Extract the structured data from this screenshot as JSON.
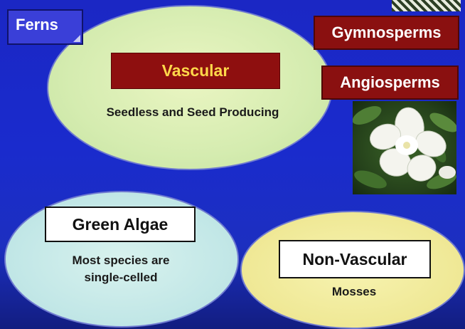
{
  "labels": {
    "ferns": "Ferns",
    "vascular": "Vascular",
    "vascular_desc": "Seedless and Seed Producing",
    "gymnosperms": "Gymnosperms",
    "angiosperms": "Angiosperms",
    "green_algae": "Green Algae",
    "green_algae_desc_line1": "Most species are",
    "green_algae_desc_line2": "single-celled",
    "non_vascular": "Non-Vascular",
    "non_vascular_desc": "Mosses"
  },
  "colors": {
    "background": "#1b27c4",
    "vascular_ellipse": "#d5ecb0",
    "algae_ellipse": "#c0e6e6",
    "nonvascular_ellipse": "#efe895",
    "maroon_label": "#8a1010",
    "vascular_text": "#ffd84a",
    "ferns_label": "#3a3fd8"
  },
  "images": {
    "flower_photo": "white-flower-photo",
    "top_corner_photo": "plant-photo-fragment"
  }
}
